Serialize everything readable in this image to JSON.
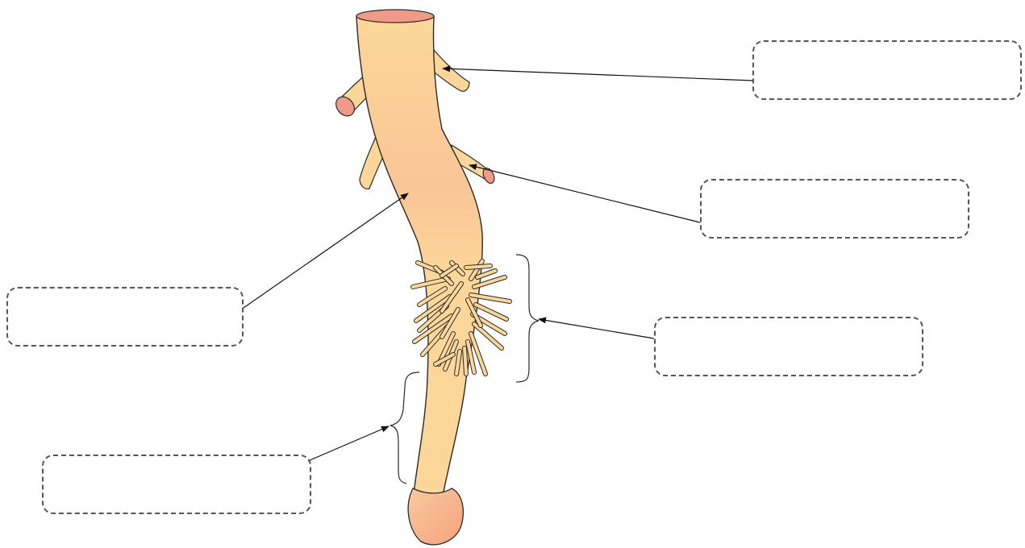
{
  "diagram": {
    "colors": {
      "root_fill": "#fdd79a",
      "root_shade": "#f8bb8c",
      "cut_end": "#f09a8a",
      "root_cap": "#f7b592",
      "outline": "#2a2a2a",
      "label_border": "#555555"
    },
    "labels": [
      {
        "id": "upper-right",
        "text": ""
      },
      {
        "id": "mid-right",
        "text": ""
      },
      {
        "id": "left",
        "text": ""
      },
      {
        "id": "lower-right",
        "text": ""
      },
      {
        "id": "bottom-left",
        "text": ""
      }
    ]
  }
}
